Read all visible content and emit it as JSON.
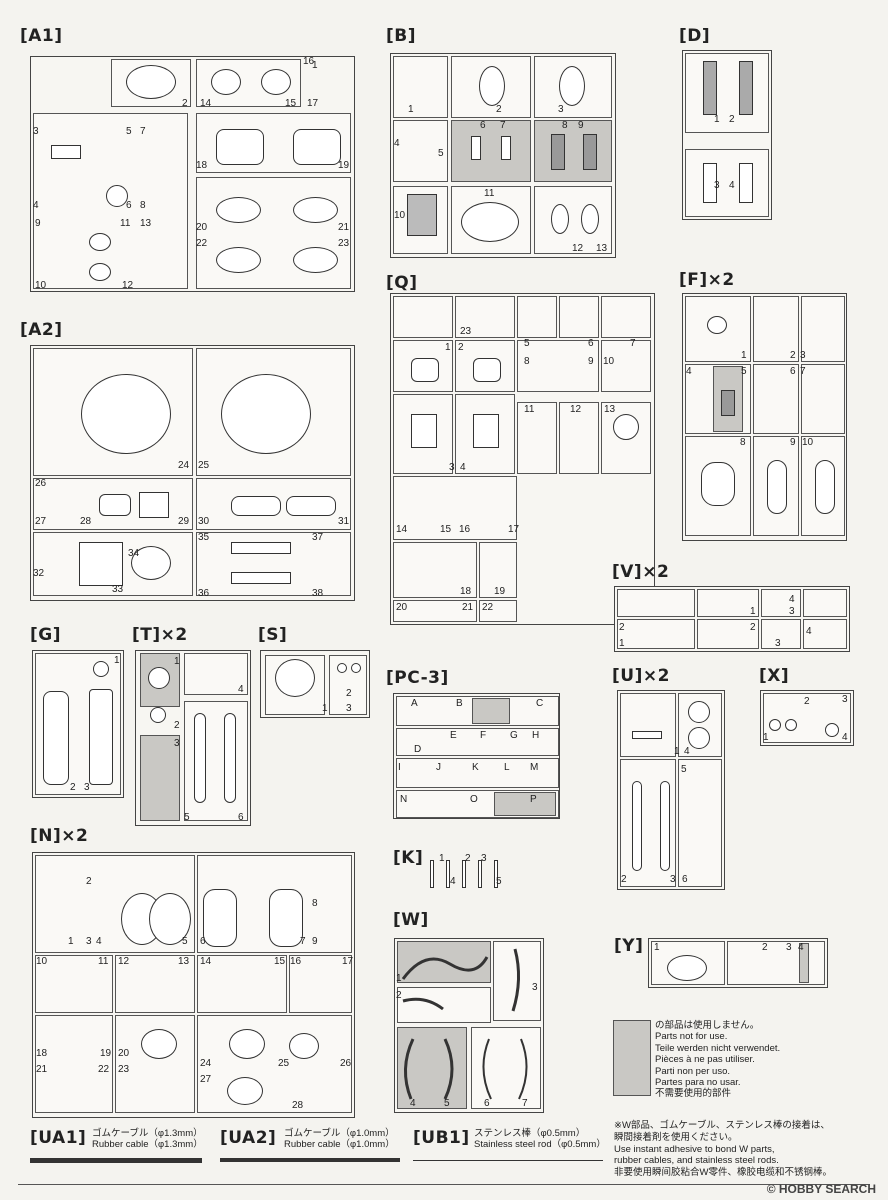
{
  "labels": {
    "A1": "[A1]",
    "A2": "[A2]",
    "B": "[B]",
    "D": "[D]",
    "Q": "[Q]",
    "F": "[F]×2",
    "G": "[G]",
    "T": "[T]×2",
    "S": "[S]",
    "PC3": "[PC-3]",
    "V": "[V]×2",
    "U": "[U]×2",
    "X": "[X]",
    "N": "[N]×2",
    "K": "[K]",
    "W": "[W]",
    "Y": "[Y]"
  },
  "nums": {
    "A1": [
      "1",
      "2",
      "14",
      "15",
      "16",
      "17",
      "3",
      "5",
      "7",
      "18",
      "19",
      "4",
      "6",
      "8",
      "9",
      "11",
      "13",
      "20",
      "21",
      "22",
      "23",
      "10",
      "12"
    ],
    "A2": [
      "24",
      "25",
      "26",
      "27",
      "28",
      "29",
      "30",
      "31",
      "32",
      "33",
      "34",
      "35",
      "36",
      "37",
      "38"
    ],
    "B": [
      "1",
      "2",
      "3",
      "4",
      "5",
      "6",
      "7",
      "8",
      "9",
      "10",
      "11",
      "12",
      "13"
    ],
    "D": [
      "1",
      "2",
      "3",
      "4"
    ],
    "Q": [
      "23",
      "5",
      "6",
      "7",
      "1",
      "2",
      "8",
      "9",
      "10",
      "11",
      "12",
      "13",
      "3",
      "4",
      "14",
      "15",
      "16",
      "17",
      "18",
      "19",
      "20",
      "21",
      "22"
    ],
    "F": [
      "1",
      "2",
      "3",
      "4",
      "5",
      "6",
      "7",
      "8",
      "9",
      "10"
    ],
    "G": [
      "1",
      "2",
      "3"
    ],
    "T": [
      "1",
      "4",
      "2",
      "3",
      "5",
      "6"
    ],
    "S": [
      "1",
      "2",
      "3"
    ],
    "PC3": [
      "A",
      "B",
      "C",
      "D",
      "E",
      "F",
      "G",
      "H",
      "I",
      "J",
      "K",
      "L",
      "M",
      "N",
      "O",
      "P"
    ],
    "V": [
      "1",
      "2",
      "3",
      "4",
      "1",
      "2",
      "3",
      "4"
    ],
    "U": [
      "1",
      "4",
      "5",
      "2",
      "3",
      "6"
    ],
    "X": [
      "1",
      "2",
      "3",
      "4"
    ],
    "N": [
      "1",
      "2",
      "3",
      "4",
      "5",
      "6",
      "7",
      "8",
      "9",
      "10",
      "11",
      "12",
      "13",
      "14",
      "15",
      "16",
      "17",
      "18",
      "19",
      "20",
      "21",
      "22",
      "23",
      "24",
      "25",
      "26",
      "27",
      "28"
    ],
    "K": [
      "1",
      "2",
      "3",
      "4",
      "5"
    ],
    "W": [
      "1",
      "2",
      "3",
      "4",
      "5",
      "6",
      "7"
    ],
    "Y": [
      "1",
      "2",
      "3",
      "4"
    ]
  },
  "legend": {
    "lines": [
      "の部品は使用しません。",
      "Parts not for use.",
      "Teile werden nicht verwendet.",
      "Pièces à ne pas utiliser.",
      "Parti non per uso.",
      "Partes para no usar.",
      "不需要使用的部件"
    ]
  },
  "note": {
    "lines": [
      "※W部品、ゴムケーブル、ステンレス棒の接着は、",
      "瞬間接着剤を使用ください。",
      "Use instant adhesive to bond W parts,",
      "rubber cables, and stainless steel rods.",
      "非要使用瞬间胶粘合W零件、橡胶电缆和不锈钢棒。"
    ]
  },
  "cables": {
    "UA1": {
      "code": "[UA1]",
      "jp": "ゴムケーブル（φ1.3mm）",
      "en": "Rubber cable（φ1.3mm）"
    },
    "UA2": {
      "code": "[UA2]",
      "jp": "ゴムケーブル（φ1.0mm）",
      "en": "Rubber cable（φ1.0mm）"
    },
    "UB1": {
      "code": "[UB1]",
      "jp": "ステンレス棒（φ0.5mm）",
      "en": "Stainless steel rod（φ0.5mm）"
    }
  },
  "watermark": "© HOBBY SEARCH",
  "colors": {
    "grey": "#c9c8c4",
    "line": "#333333",
    "paper": "#f4f3ef"
  }
}
